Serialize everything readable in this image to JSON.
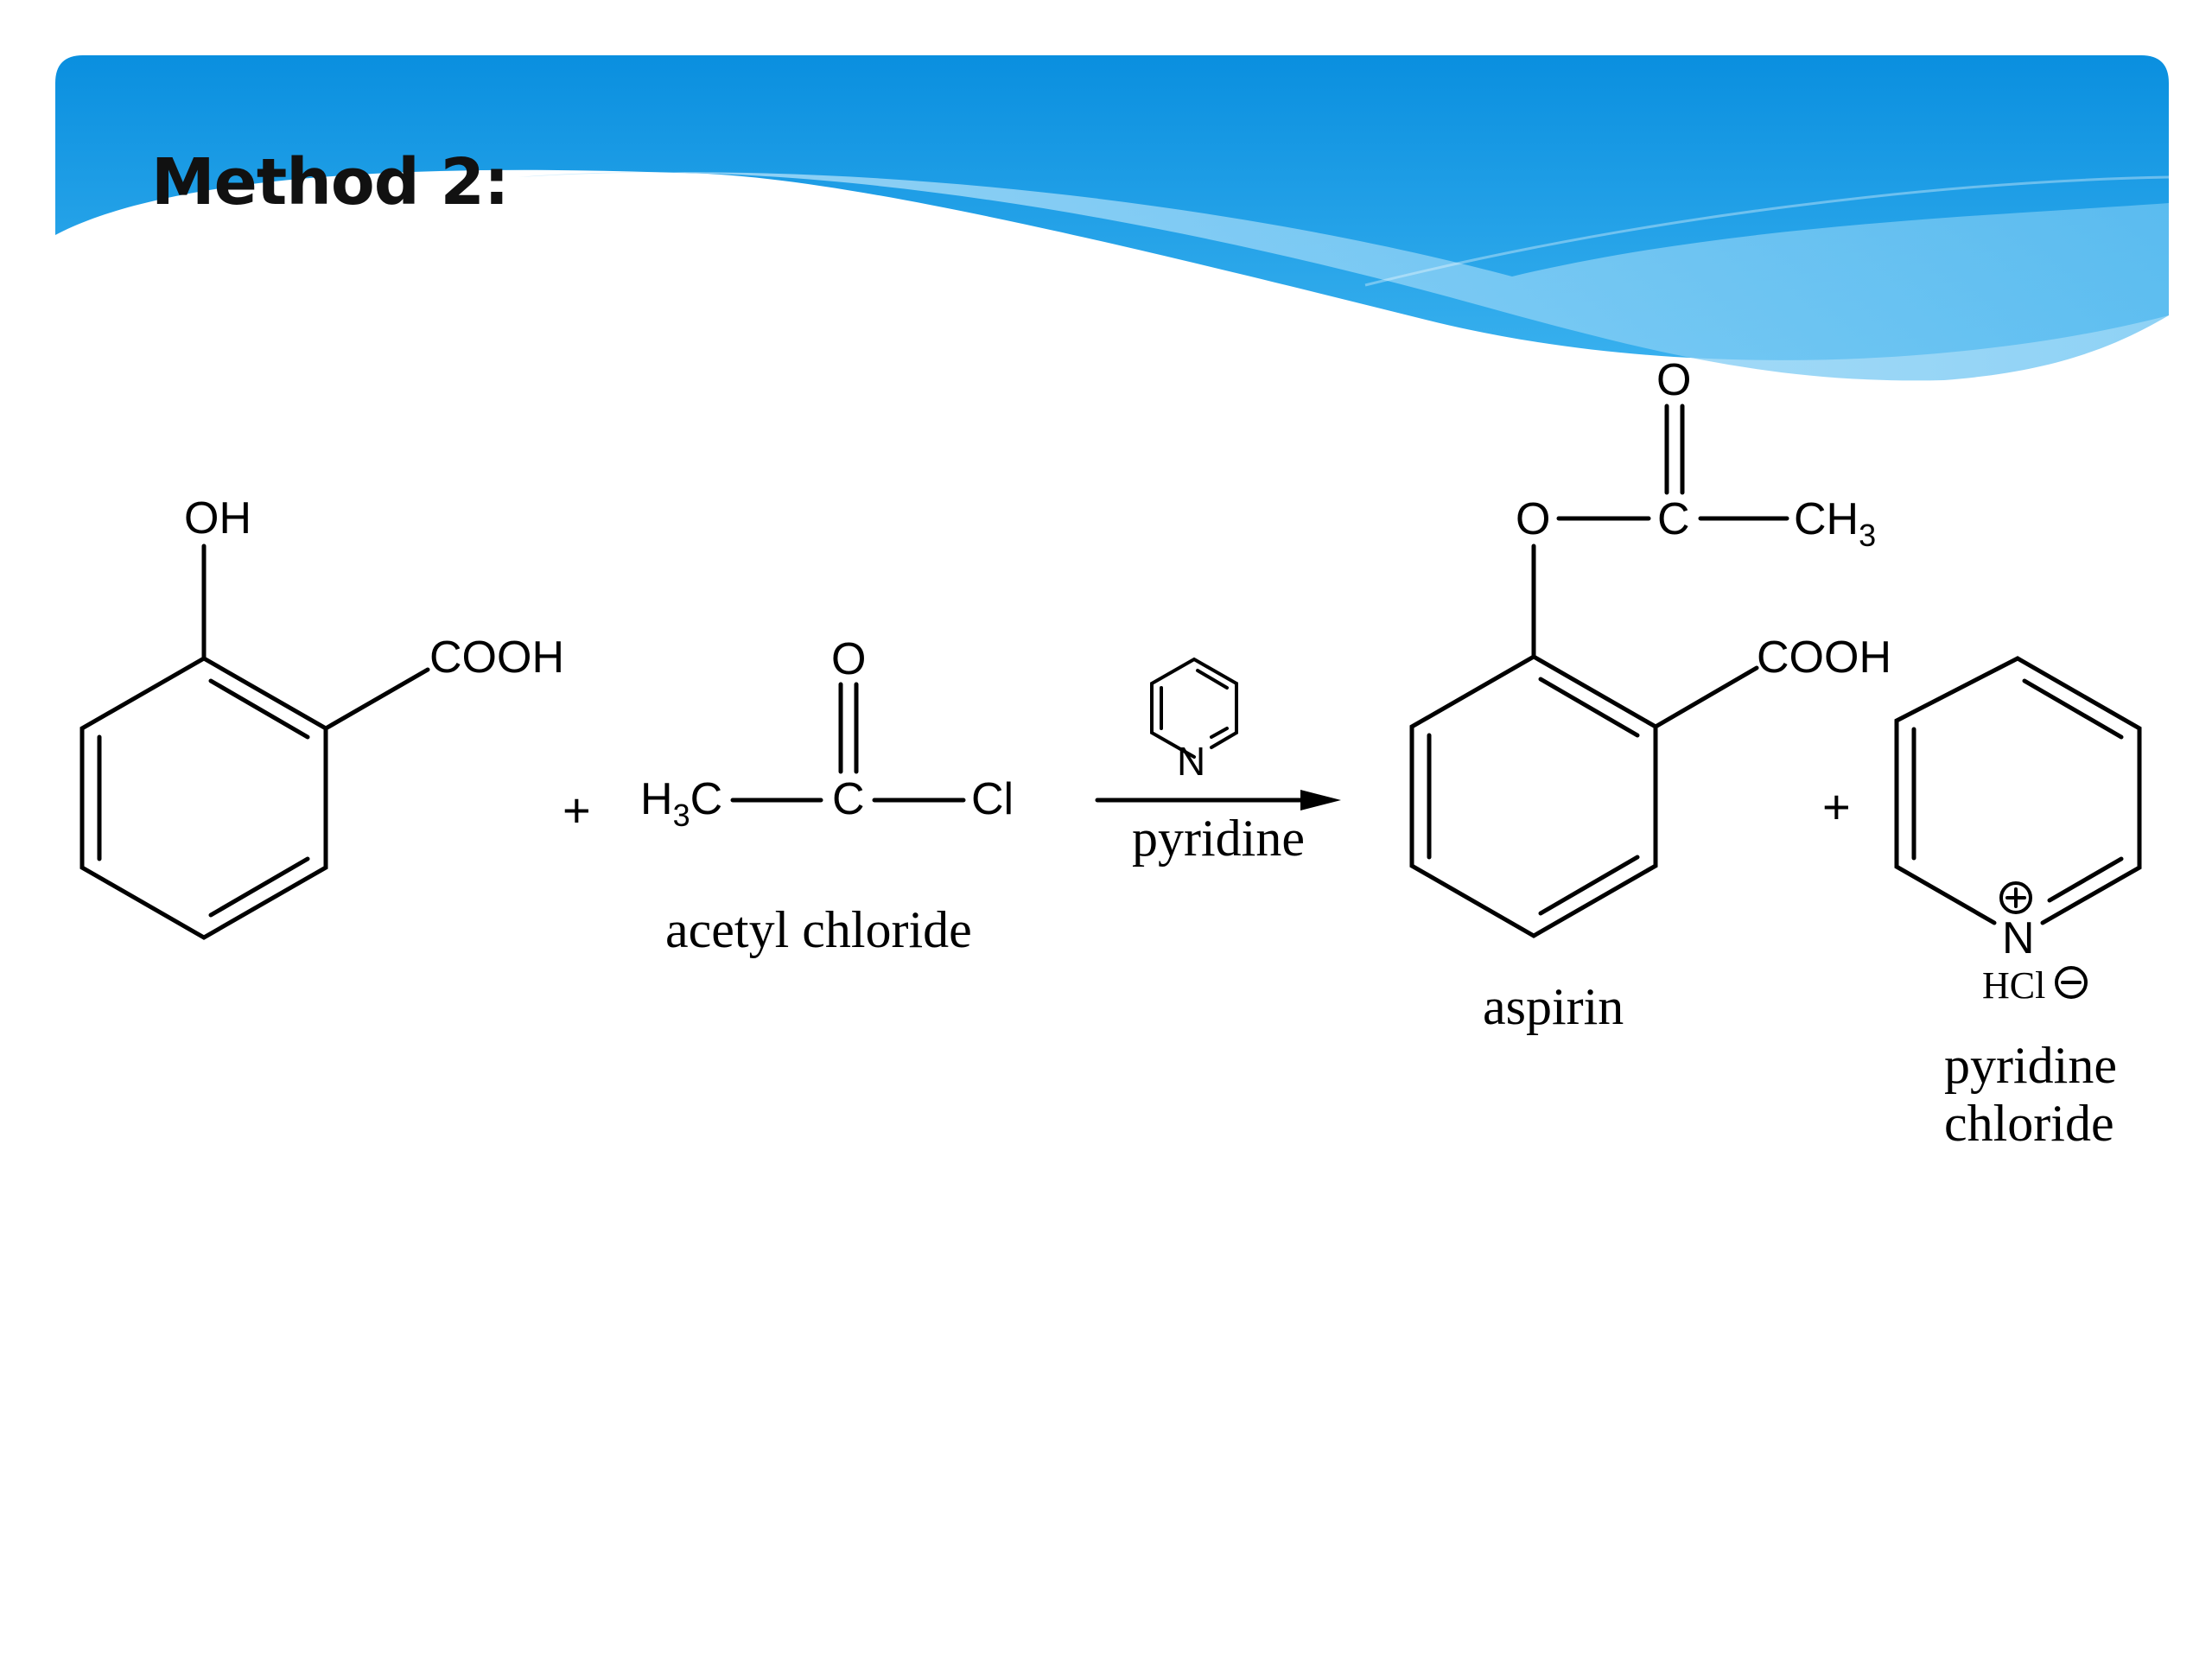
{
  "slide": {
    "title": "Method 2:",
    "accent_color": "#0a8fdf",
    "wave_light_color": "#8fd0f5"
  },
  "reaction": {
    "reactant1": {
      "oh": "OH",
      "cooh": "COOH"
    },
    "plus_sign": "+",
    "reactant2": {
      "h3c_main": "H",
      "h3c_sub": "3",
      "h3c_tail": "C",
      "carbon": "C",
      "oxygen": "O",
      "chlorine": "Cl",
      "name": "acetyl chloride"
    },
    "arrow": {
      "catalyst_atom": "N",
      "label": "pyridine"
    },
    "product1": {
      "ester_o": "O",
      "carbonyl_c": "C",
      "carbonyl_o": "O",
      "ch3_main": "CH",
      "ch3_sub": "3",
      "cooh": "COOH",
      "name": "aspirin"
    },
    "product2": {
      "nitrogen": "N",
      "hcl": "HCl",
      "name_line1": "pyridine",
      "name_line2": "chloride"
    }
  }
}
